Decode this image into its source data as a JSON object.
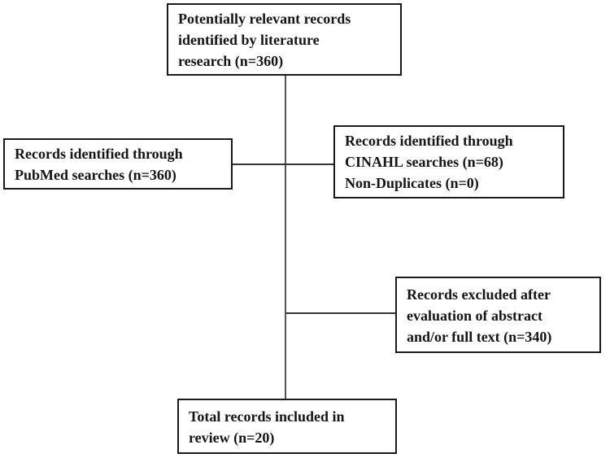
{
  "diagram": {
    "type": "flowchart",
    "description": "Literature search and screening flow diagram",
    "colors": {
      "background": "#ffffff",
      "box_border": "#1b1b1b",
      "text": "#151515",
      "connector_vertical": "#555555",
      "connector_horizontal": "#333333"
    },
    "boxes": [
      {
        "id": "identified-total",
        "text": "Potentially relevant records\nidentified by literature\nresearch (n=360)"
      },
      {
        "id": "pubmed",
        "text": "Records identified through\nPubMed searches (n=360)"
      },
      {
        "id": "cinahl",
        "text": "Records identified through\nCINAHL searches (n=68)\nNon-Duplicates (n=0)"
      },
      {
        "id": "excluded",
        "text": "Records excluded after\nevaluation of abstract\nand/or full text (n=340)"
      },
      {
        "id": "included",
        "text": "Total records included in\nreview (n=20)"
      }
    ]
  }
}
